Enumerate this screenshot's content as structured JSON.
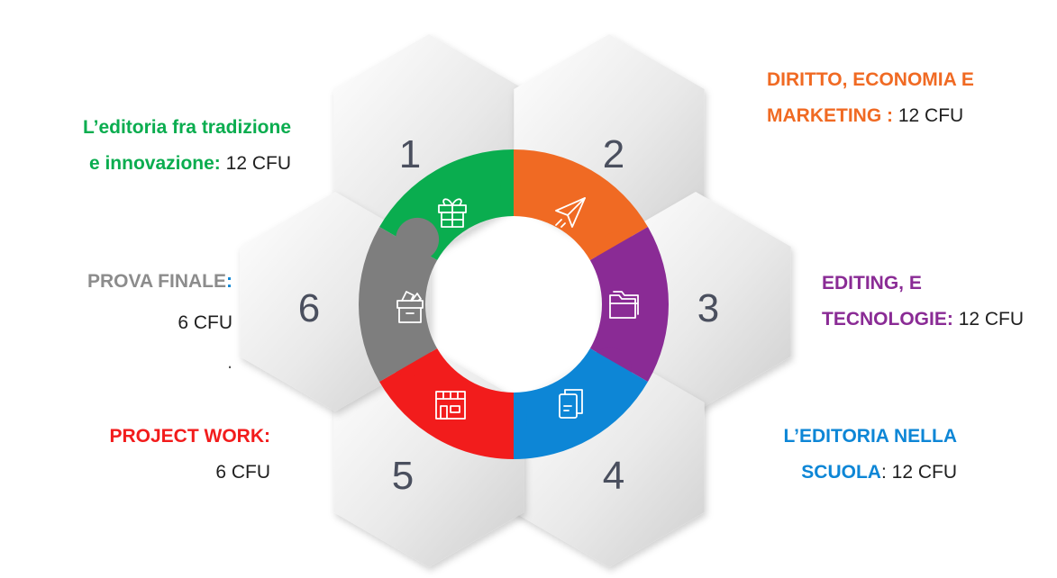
{
  "segments": [
    {
      "number": "1",
      "color": "#0aad4f",
      "icon": "gift-icon",
      "title_line1": "L’editoria fra tradizione",
      "title_line2": "e innovazione:",
      "value": "12 CFU"
    },
    {
      "number": "2",
      "color": "#f06a23",
      "icon": "paper-plane-icon",
      "title_line1": "DIRITTO, ECONOMIA E",
      "title_line2": "MARKETING :",
      "value": "12 CFU"
    },
    {
      "number": "3",
      "color": "#8a2b95",
      "icon": "folder-icon",
      "title_line1": "EDITING, E",
      "title_line2": "TECNOLOGIE:",
      "value": "12 CFU"
    },
    {
      "number": "4",
      "color": "#0d86d6",
      "icon": "documents-icon",
      "title_line1": "L’EDITORIA NELLA",
      "title_line2": "SCUOLA",
      "title_colon": ":",
      "value": "12 CFU"
    },
    {
      "number": "5",
      "color": "#f21c1c",
      "icon": "shop-icon",
      "title_line1": "PROJECT WORK",
      "title_colon": ":",
      "value": "6 CFU"
    },
    {
      "number": "6",
      "color": "#7e7e7e",
      "icon": "archive-box-icon",
      "title_line1": "PROVA FINALE",
      "title_colon": ":",
      "value": "6 CFU",
      "extra": "."
    }
  ]
}
